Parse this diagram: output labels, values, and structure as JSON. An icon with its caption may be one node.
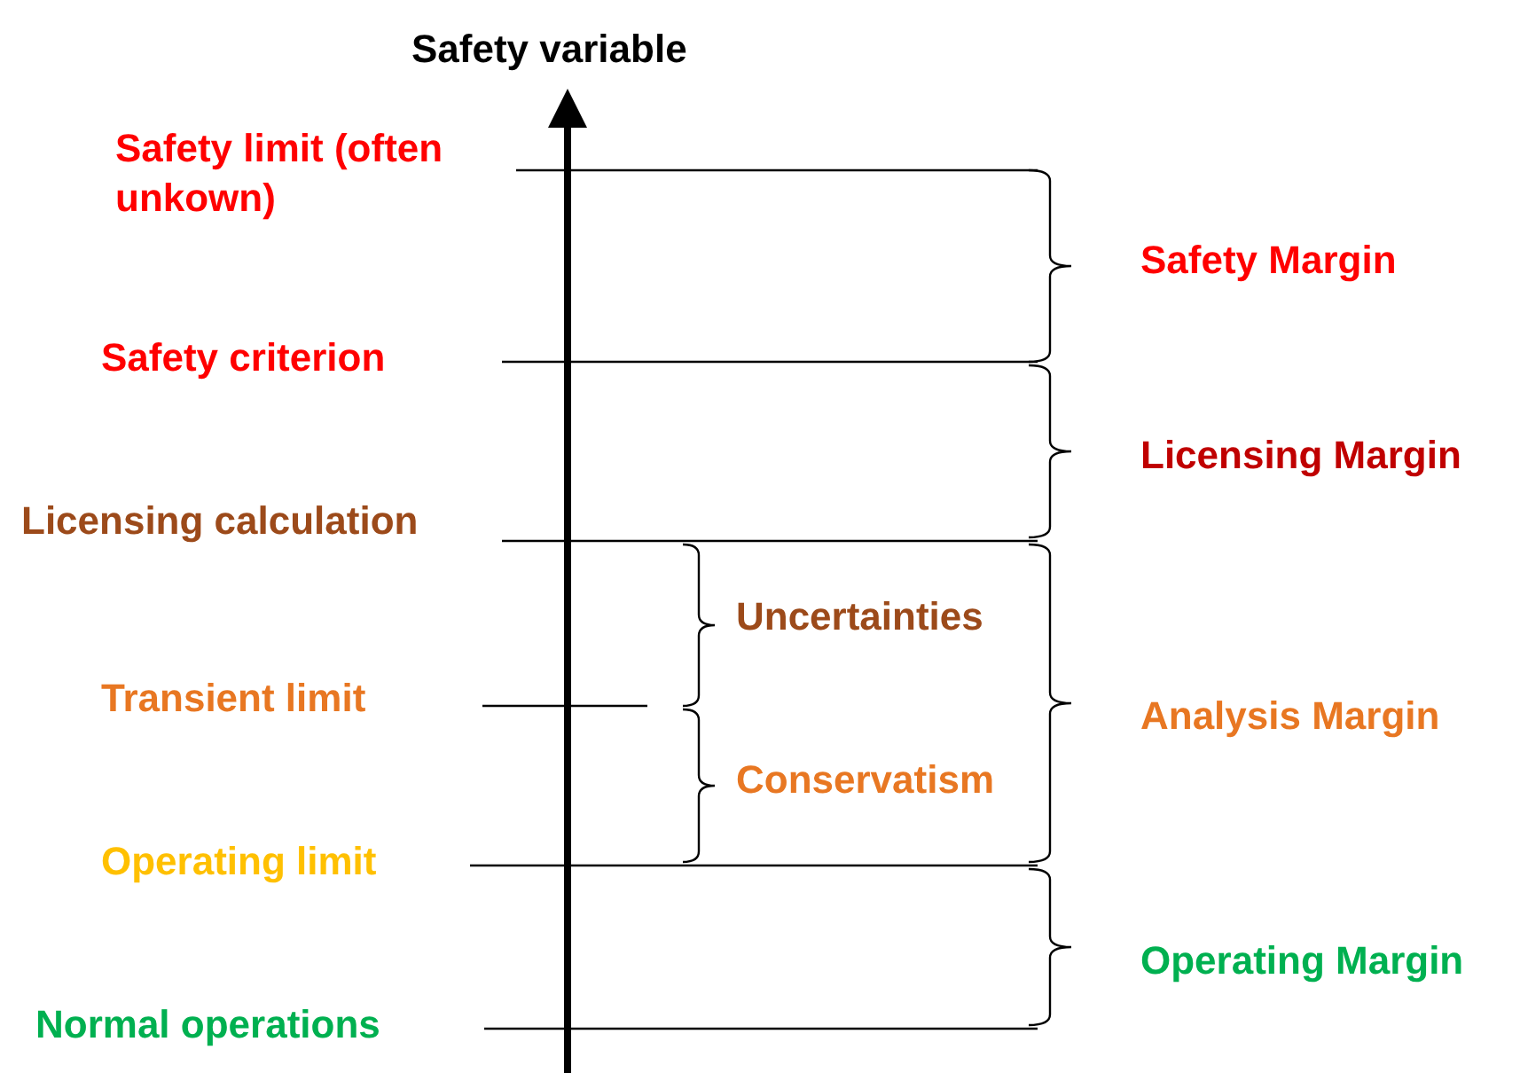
{
  "diagram": {
    "labels": [
      "Safety variable",
      "Safety limit (often unkown)",
      "Safety Margin",
      "Safety criterion",
      "Licensing Margin",
      "Licensing calculation",
      "Uncertainties",
      "Transient limit",
      "Analysis Margin",
      "Conservatism",
      "Operating limit",
      "Operating Margin",
      "Normal operations"
    ]
  }
}
